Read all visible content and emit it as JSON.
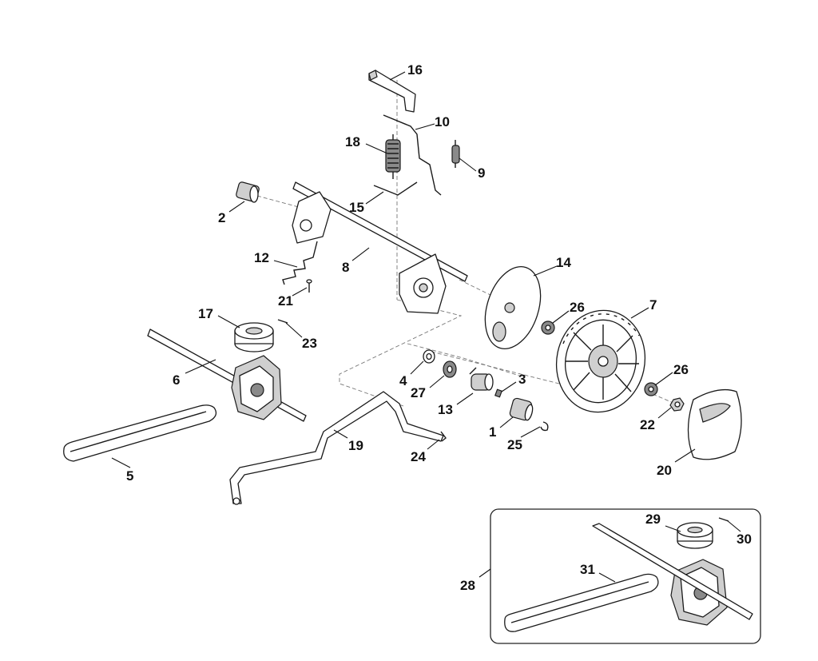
{
  "callouts": [
    {
      "key": "p16",
      "label": "16"
    },
    {
      "key": "p10",
      "label": "10"
    },
    {
      "key": "p18",
      "label": "18"
    },
    {
      "key": "p9",
      "label": "9"
    },
    {
      "key": "p2",
      "label": "2"
    },
    {
      "key": "p15",
      "label": "15"
    },
    {
      "key": "p12",
      "label": "12"
    },
    {
      "key": "p8",
      "label": "8"
    },
    {
      "key": "p21",
      "label": "21"
    },
    {
      "key": "p14",
      "label": "14"
    },
    {
      "key": "p17",
      "label": "17"
    },
    {
      "key": "p23",
      "label": "23"
    },
    {
      "key": "p26a",
      "label": "26"
    },
    {
      "key": "p7",
      "label": "7"
    },
    {
      "key": "p6",
      "label": "6"
    },
    {
      "key": "p4",
      "label": "4"
    },
    {
      "key": "p3",
      "label": "3"
    },
    {
      "key": "p26b",
      "label": "26"
    },
    {
      "key": "p27",
      "label": "27"
    },
    {
      "key": "p13",
      "label": "13"
    },
    {
      "key": "p1",
      "label": "1"
    },
    {
      "key": "p25",
      "label": "25"
    },
    {
      "key": "p22",
      "label": "22"
    },
    {
      "key": "p19",
      "label": "19"
    },
    {
      "key": "p24",
      "label": "24"
    },
    {
      "key": "p5",
      "label": "5"
    },
    {
      "key": "p20",
      "label": "20"
    },
    {
      "key": "p29",
      "label": "29"
    },
    {
      "key": "p30",
      "label": "30"
    },
    {
      "key": "p31",
      "label": "31"
    },
    {
      "key": "p28",
      "label": "28"
    }
  ]
}
